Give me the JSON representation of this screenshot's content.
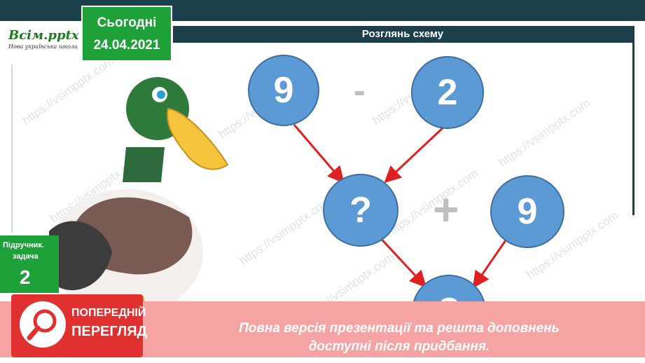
{
  "header": {
    "logo_main": "Всім.pptx",
    "logo_sub": "Нова українська школа",
    "date_label": "Сьогодні",
    "date_value": "24.04.2021"
  },
  "slide": {
    "title": "Розглянь схему",
    "diagram": {
      "top_left": "9",
      "top_op": "-",
      "top_right": "2",
      "mid_left": "?",
      "mid_op": "+",
      "mid_right": "9",
      "bottom": "?"
    },
    "watermark": "https://vsimpptx.com"
  },
  "sidebar": {
    "label_line1": "Підручник.",
    "label_line2": "задача",
    "number": "2"
  },
  "preview": {
    "badge_line1": "ПОПЕРЕДНІЙ",
    "badge_line2": "ПЕРЕГЛЯД",
    "notice_line1": "Повна версія презентації та решта доповнень",
    "notice_line2": "доступні після придбання."
  },
  "colors": {
    "dark_bar": "#1b3f4b",
    "green": "#1fa13a",
    "circle_blue": "#5b9ad5",
    "arrow_red": "#e02020",
    "banner_red": "#e0302f"
  }
}
